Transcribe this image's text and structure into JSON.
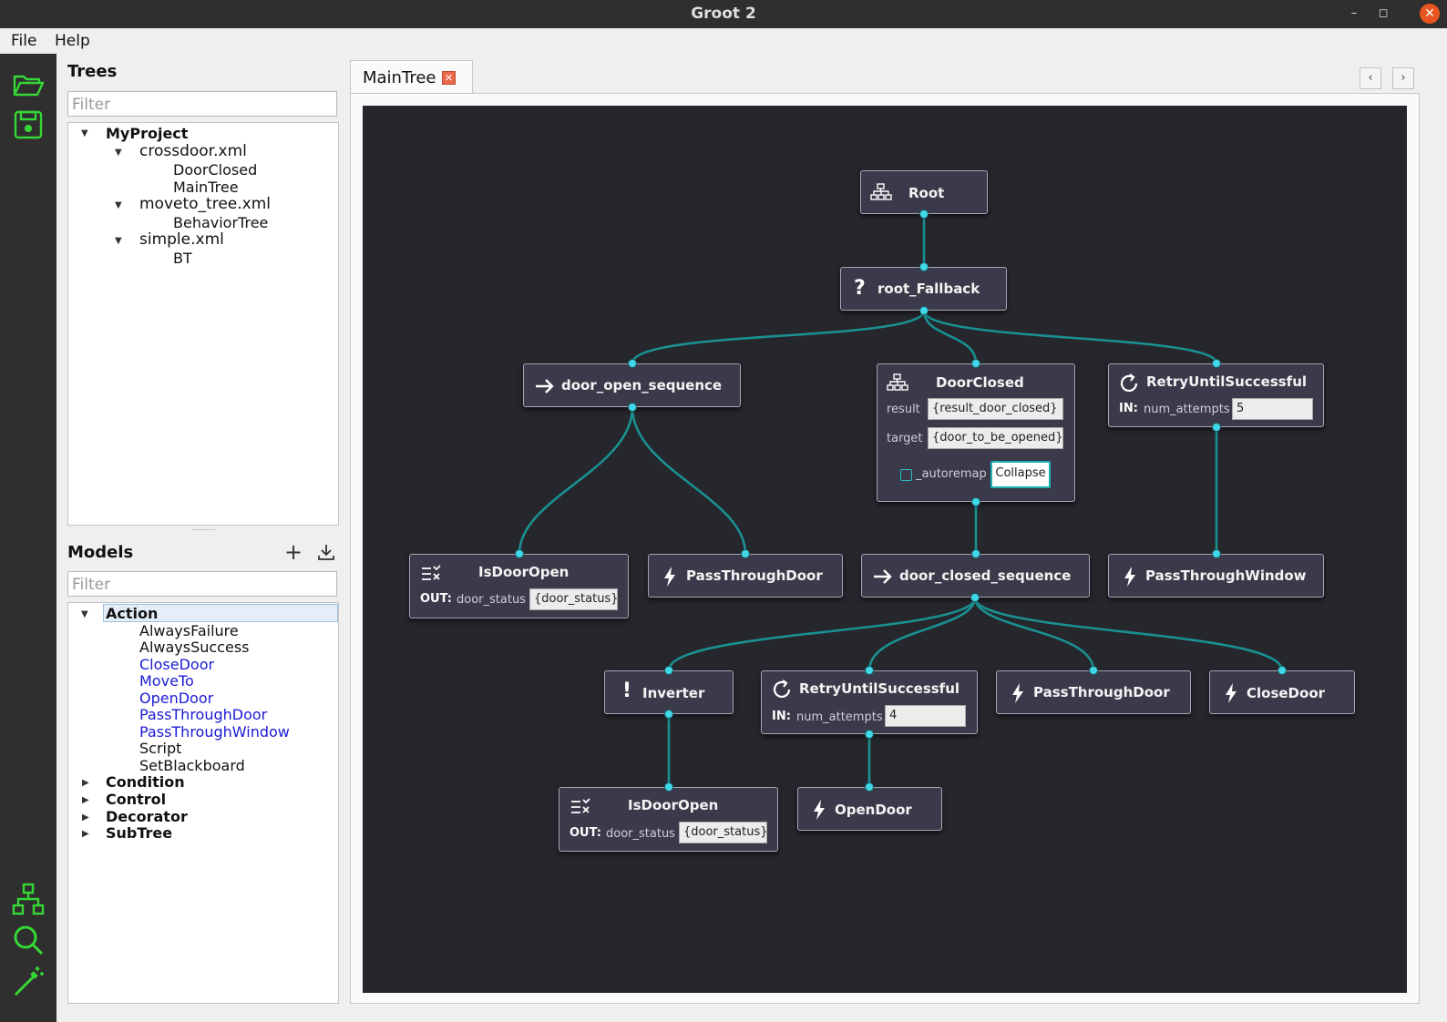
{
  "window": {
    "title": "Groot 2"
  },
  "menu": {
    "file": "File",
    "help": "Help"
  },
  "trees_panel": {
    "title": "Trees",
    "filter_placeholder": "Filter",
    "project": "MyProject",
    "files": [
      {
        "name": "crossdoor.xml",
        "trees": [
          "DoorClosed",
          "MainTree"
        ]
      },
      {
        "name": "moveto_tree.xml",
        "trees": [
          "BehaviorTree"
        ]
      },
      {
        "name": "simple.xml",
        "trees": [
          "BT"
        ]
      }
    ]
  },
  "models_panel": {
    "title": "Models",
    "filter_placeholder": "Filter",
    "categories": [
      "Action",
      "Condition",
      "Control",
      "Decorator",
      "SubTree"
    ],
    "action_items": [
      "AlwaysFailure",
      "AlwaysSuccess",
      "CloseDoor",
      "MoveTo",
      "OpenDoor",
      "PassThroughDoor",
      "PassThroughWindow",
      "Script",
      "SetBlackboard"
    ]
  },
  "tab": {
    "label": "MainTree"
  },
  "colors": {
    "toolbar_icon": "#35d835",
    "canvas_bg": "#26262d",
    "node_bg": "#3a3a4a",
    "edge": "#1a9090",
    "port": "#40d8e8",
    "close_tab": "#e8684a",
    "user_model": "#1a1ad6"
  },
  "nodes": {
    "root": {
      "title": "Root",
      "icon": "tree-icon"
    },
    "root_fallback": {
      "title": "root_Fallback",
      "icon": "question-icon"
    },
    "door_open_sequence": {
      "title": "door_open_sequence",
      "icon": "arrow-right-icon"
    },
    "door_closed_subtree": {
      "title": "DoorClosed",
      "icon": "tree-icon",
      "ports": [
        {
          "name": "result",
          "value": "{result_door_closed}"
        },
        {
          "name": "target",
          "value": "{door_to_be_opened}"
        }
      ],
      "autoremap_label": "_autoremap",
      "collapse_label": "Collapse"
    },
    "retry_1": {
      "title": "RetryUntilSuccessful",
      "icon": "retry-icon",
      "dir": "IN:",
      "port": "num_attempts",
      "value": "5"
    },
    "isdooropen_1": {
      "title": "IsDoorOpen",
      "icon": "condition-icon",
      "dir": "OUT:",
      "port": "door_status",
      "value": "{door_status}"
    },
    "passthroughdoor_1": {
      "title": "PassThroughDoor",
      "icon": "bolt-icon"
    },
    "door_closed_sequence": {
      "title": "door_closed_sequence",
      "icon": "arrow-right-icon"
    },
    "passthroughwindow": {
      "title": "PassThroughWindow",
      "icon": "bolt-icon"
    },
    "inverter": {
      "title": "Inverter",
      "icon": "exclamation-icon"
    },
    "retry_2": {
      "title": "RetryUntilSuccessful",
      "icon": "retry-icon",
      "dir": "IN:",
      "port": "num_attempts",
      "value": "4"
    },
    "passthroughdoor_2": {
      "title": "PassThroughDoor",
      "icon": "bolt-icon"
    },
    "closedoor": {
      "title": "CloseDoor",
      "icon": "bolt-icon"
    },
    "isdooropen_2": {
      "title": "IsDoorOpen",
      "icon": "condition-icon",
      "dir": "OUT:",
      "port": "door_status",
      "value": "{door_status}"
    },
    "opendoor": {
      "title": "OpenDoor",
      "icon": "bolt-icon"
    }
  }
}
